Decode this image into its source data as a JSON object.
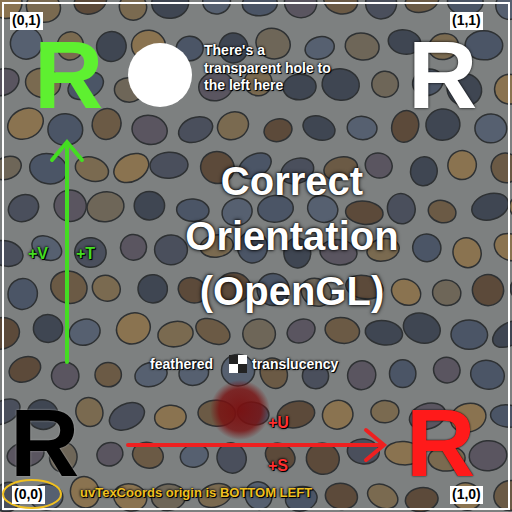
{
  "diagram": {
    "title": "Correct Orientation (OpenGL)",
    "labels": [
      "(0,1)",
      "R",
      "There's a transparent hole to the left here",
      "(1,1)",
      "R",
      "+V",
      "+T",
      "feathered",
      "translucency",
      "R",
      "+U",
      "+S",
      "R",
      "(0,0)",
      "uvTexCoords origin is BOTTOM LEFT",
      "(1,0)"
    ]
  }
}
